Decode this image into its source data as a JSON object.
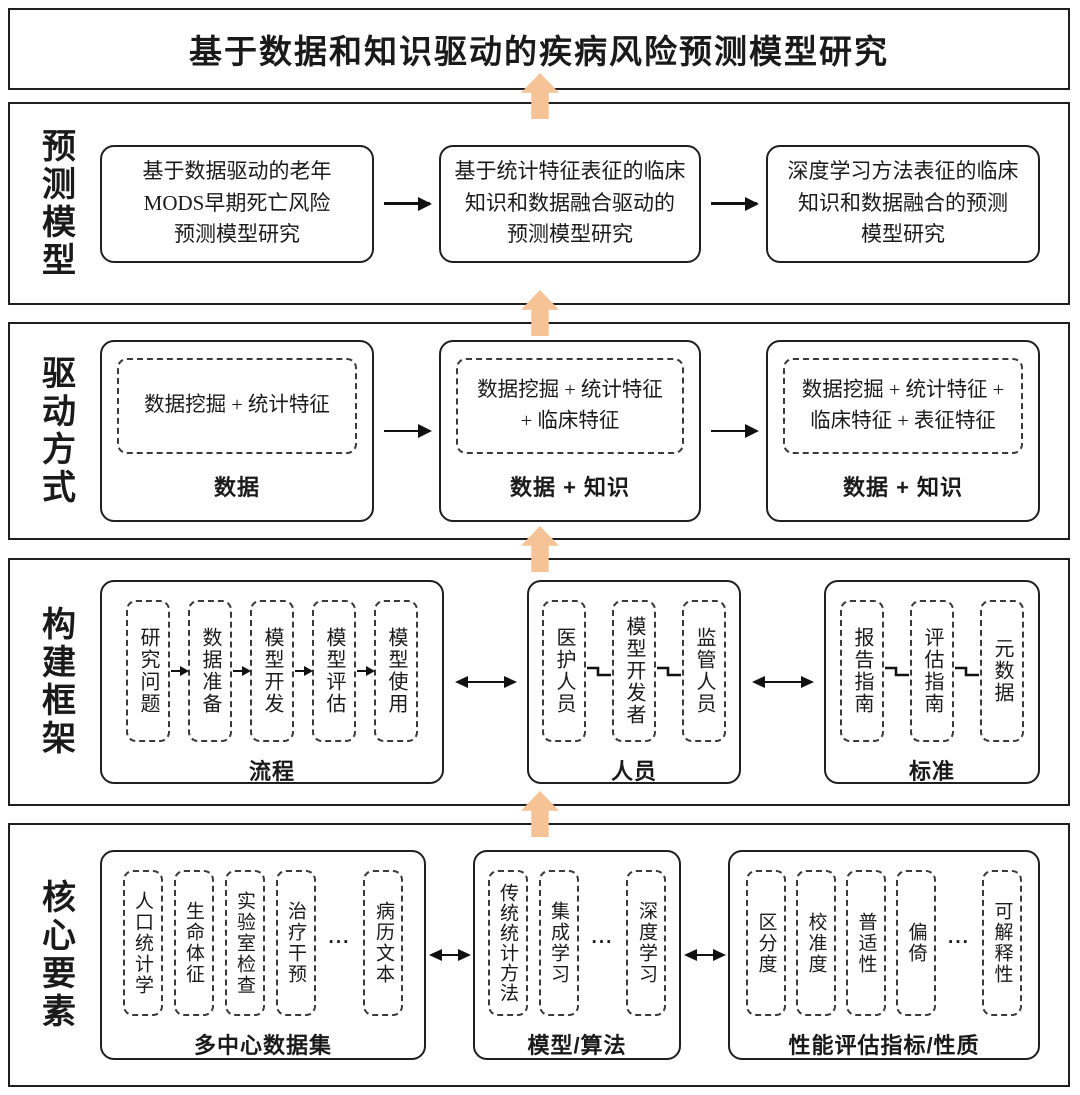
{
  "title": "基于数据和知识驱动的疾病风险预测模型研究",
  "colors": {
    "up_arrow": "#F6C396",
    "line": "#111111"
  },
  "sections": [
    {
      "label": "预测模型",
      "boxes": [
        {
          "lines": [
            "基于数据驱动的老年",
            "MODS早期死亡风险",
            "预测模型研究"
          ]
        },
        {
          "lines": [
            "基于统计特征表征的临床",
            "知识和数据融合驱动的",
            "预测模型研究"
          ]
        },
        {
          "lines": [
            "深度学习方法表征的临床",
            "知识和数据融合的预测",
            "模型研究"
          ]
        }
      ]
    },
    {
      "label": "驱动方式",
      "boxes": [
        {
          "lines": [
            "数据挖掘 + 统计特征"
          ],
          "caption": "数据"
        },
        {
          "lines": [
            "数据挖掘 + 统计特征",
            "+ 临床特征"
          ],
          "caption": "数据 + 知识"
        },
        {
          "lines": [
            "数据挖掘 + 统计特征 +",
            "临床特征 + 表征特征"
          ],
          "caption": "数据 + 知识"
        }
      ]
    },
    {
      "label": "构建框架",
      "boxes": [
        {
          "caption": "流程",
          "items": [
            "研究问题",
            "数据准备",
            "模型开发",
            "模型评估",
            "模型使用"
          ]
        },
        {
          "caption": "人员",
          "items": [
            "医护人员",
            "模型开发者",
            "监管人员"
          ]
        },
        {
          "caption": "标准",
          "items": [
            "报告指南",
            "评估指南",
            "元数据"
          ]
        }
      ]
    },
    {
      "label": "核心要素",
      "boxes": [
        {
          "caption": "多中心数据集",
          "items": [
            "人口统计学",
            "生命体征",
            "实验室检查",
            "治疗干预",
            "病历文本"
          ],
          "ellipsis": "···"
        },
        {
          "caption": "模型/算法",
          "items": [
            "传统统计方法",
            "集成学习",
            "深度学习"
          ],
          "ellipsis": "···"
        },
        {
          "caption": "性能评估指标/性质",
          "items": [
            "区分度",
            "校准度",
            "普适性",
            "偏倚",
            "可解释性"
          ],
          "ellipsis": "···"
        }
      ]
    }
  ]
}
